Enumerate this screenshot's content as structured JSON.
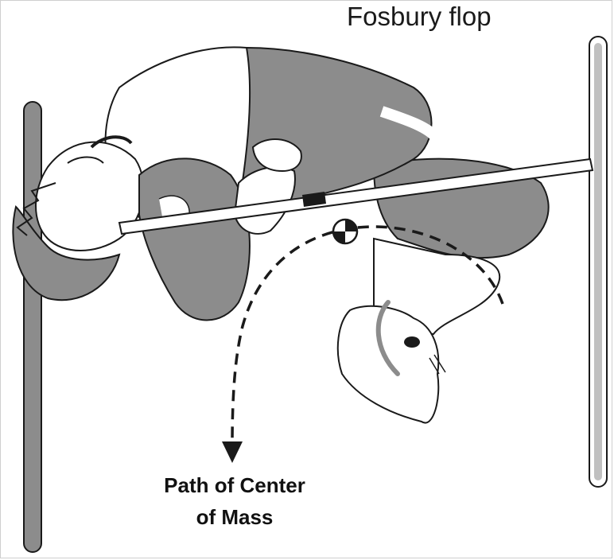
{
  "title": "Fosbury flop",
  "annotation": {
    "line1": "Path of Center",
    "line2": "of Mass"
  },
  "colors": {
    "body_gray": "#8c8c8c",
    "outline": "#1a1a1a",
    "background": "#ffffff"
  },
  "icons": [
    "center-of-mass-icon",
    "arrow-down-icon"
  ]
}
